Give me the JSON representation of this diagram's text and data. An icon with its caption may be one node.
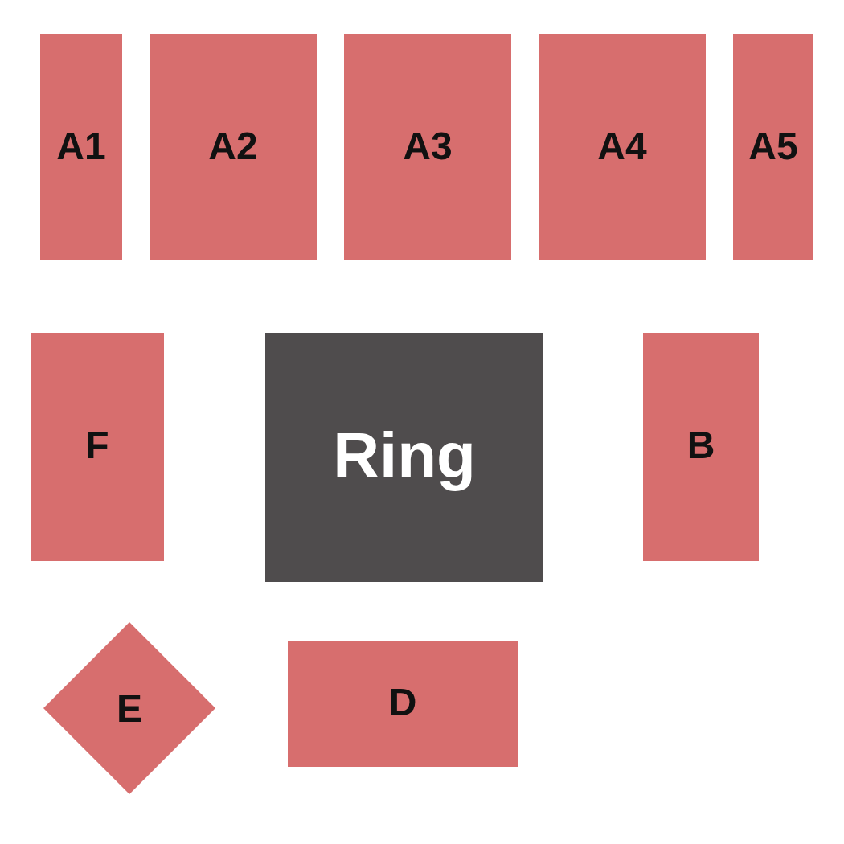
{
  "diagram": {
    "nodes": [
      {
        "text": [
          "A1"
        ]
      },
      {
        "text": [
          "A2"
        ]
      },
      {
        "text": [
          "A3"
        ]
      },
      {
        "text": [
          "A4"
        ]
      },
      {
        "text": [
          "A5"
        ]
      },
      {
        "text": [
          "F"
        ]
      },
      {
        "text": [
          "Ring"
        ]
      },
      {
        "text": [
          "B"
        ]
      },
      {
        "text": [
          "E"
        ]
      },
      {
        "text": [
          "D"
        ]
      }
    ]
  }
}
